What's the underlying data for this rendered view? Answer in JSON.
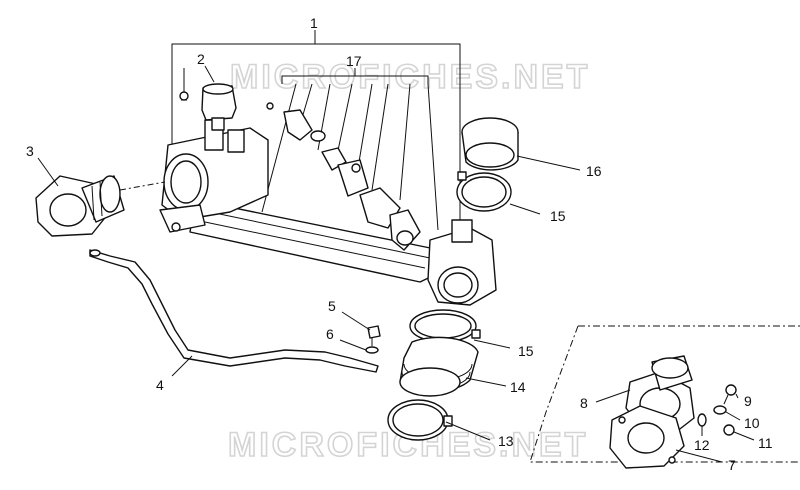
{
  "watermark": {
    "top": "MICROFICHES.NET",
    "bottom": "MICROFICHES.NET"
  },
  "callouts": {
    "c1": "1",
    "c2": "2",
    "c3": "3",
    "c4": "4",
    "c5": "5",
    "c6": "6",
    "c7": "7",
    "c8": "8",
    "c9": "9",
    "c10": "10",
    "c11": "11",
    "c12": "12",
    "c13": "13",
    "c14": "14",
    "c15a": "15",
    "c15b": "15",
    "c16": "16",
    "c17": "17"
  }
}
